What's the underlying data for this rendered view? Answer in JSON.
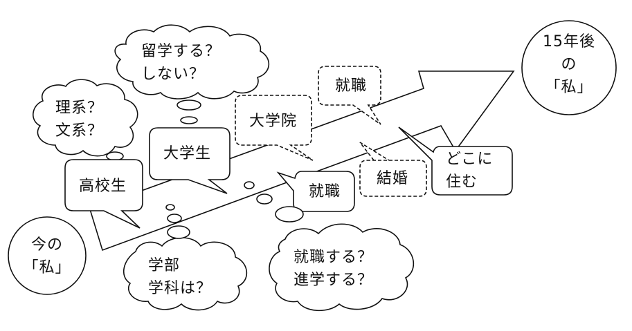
{
  "diagram": {
    "now_self": "今の\n「私」",
    "future_self": "15年後\nの\n「私」",
    "high_school": "高校生",
    "university": "大学生",
    "graduate_school": "大学院",
    "job_after_grad": "就職",
    "job_after_univ": "就職",
    "marriage": "結婚",
    "where_to_live": "どこに\n住む",
    "thought_science_arts": "理系？\n文系？",
    "thought_study_abroad": "留学する？\nしない？",
    "thought_faculty": "学部\n学科は？",
    "thought_job_or_study": "就職する？\n進学する？"
  }
}
